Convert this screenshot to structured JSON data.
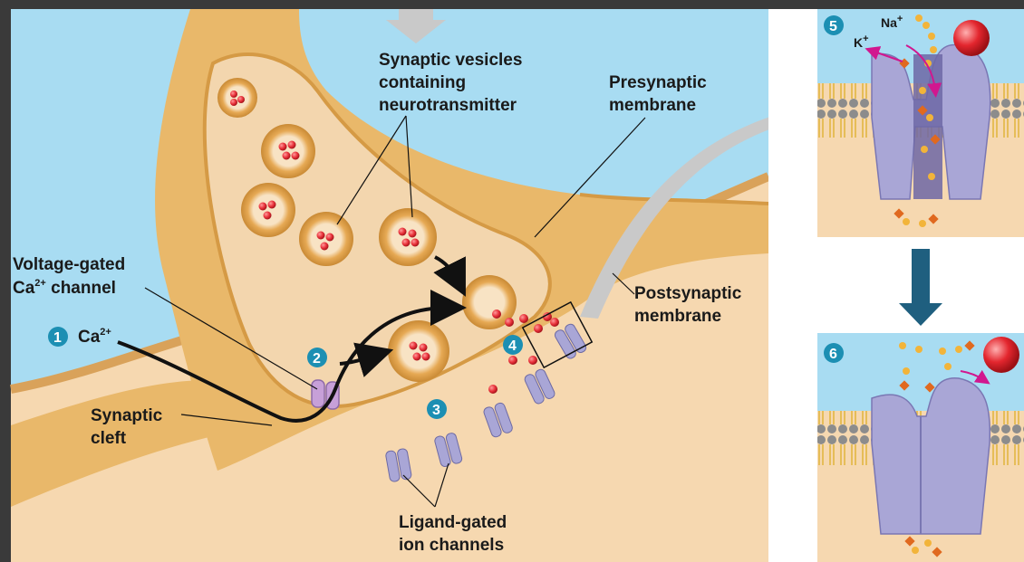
{
  "labels": {
    "vesicles_line1": "Synaptic vesicles",
    "vesicles_line2": "containing",
    "vesicles_line3": "neurotransmitter",
    "presynaptic_line1": "Presynaptic",
    "presynaptic_line2": "membrane",
    "postsynaptic_line1": "Postsynaptic",
    "postsynaptic_line2": "membrane",
    "vgcc_line1": "Voltage-gated",
    "vgcc_line2_base": "Ca",
    "vgcc_line2_sup": "2+",
    "vgcc_line2_rest": " channel",
    "cleft_line1": "Synaptic",
    "cleft_line2": "cleft",
    "ligand_line1": "Ligand-gated",
    "ligand_line2": "ion channels",
    "ca_base": "Ca",
    "ca_sup": "2+",
    "na_base": "Na",
    "na_sup": "+",
    "k_base": "K",
    "k_sup": "+"
  },
  "steps": [
    "1",
    "2",
    "3",
    "4",
    "5",
    "6"
  ],
  "colors": {
    "background": "#a8dcf2",
    "axon": "#e9b86a",
    "axon_dark": "#d59a45",
    "terminal_inner": "#f3d6ae",
    "postsynaptic": "#f6d8b0",
    "vesicle": "#e6a954",
    "neurotransmitter": "#e8313a",
    "channel": "#a9a6d6",
    "step_badge": "#1c8fb3",
    "arrow_blue": "#1f5f7f"
  }
}
